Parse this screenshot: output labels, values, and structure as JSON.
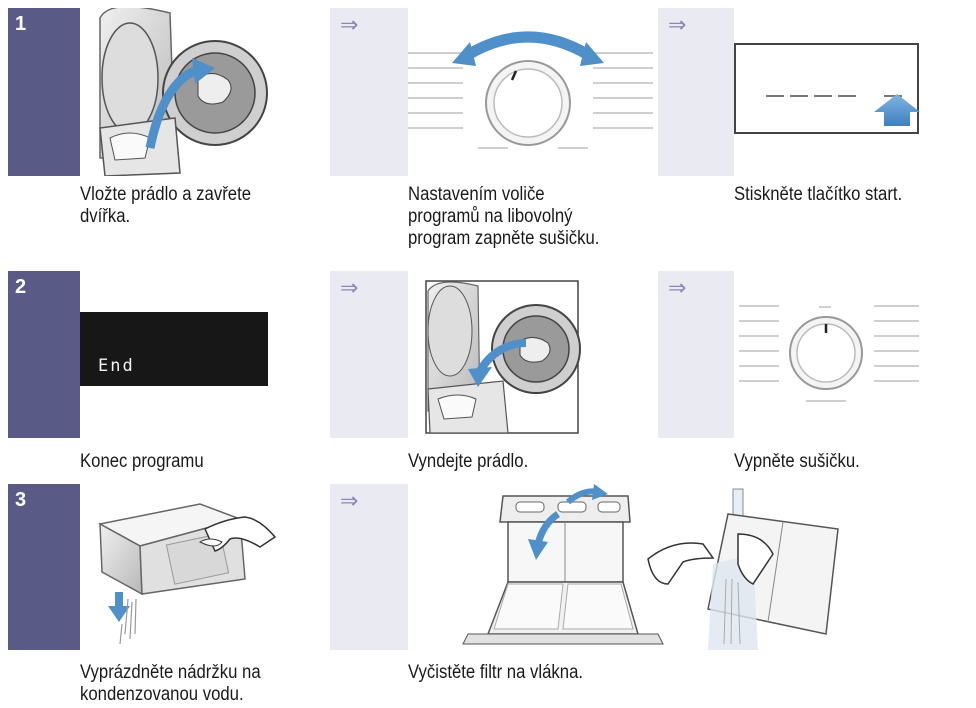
{
  "steps": [
    {
      "number": "1",
      "captions": [
        [
          "Vložte prádlo a zavřete",
          "dvířka."
        ],
        [
          "Nastavením voliče",
          "programů na libovolný",
          "program zapněte sušičku."
        ],
        [
          "Stiskněte tlačítko start."
        ]
      ]
    },
    {
      "number": "2",
      "display_text": "End",
      "captions": [
        [
          "Konec programu"
        ],
        [
          "Vyndejte prádlo."
        ],
        [
          "Vypněte sušičku."
        ]
      ]
    },
    {
      "number": "3",
      "captions": [
        [
          "Vyprázdněte nádržku na",
          "kondenzovanou vodu."
        ],
        [
          "Vyčistěte filtr na vlákna."
        ]
      ]
    }
  ],
  "arrow_glyph": "⇒",
  "colors": {
    "step_number_bg": "#5a5a86",
    "row_bg": "#e9eaf2",
    "arrow": "#8a88b4",
    "highlight_arrow": "#4f8fca"
  }
}
